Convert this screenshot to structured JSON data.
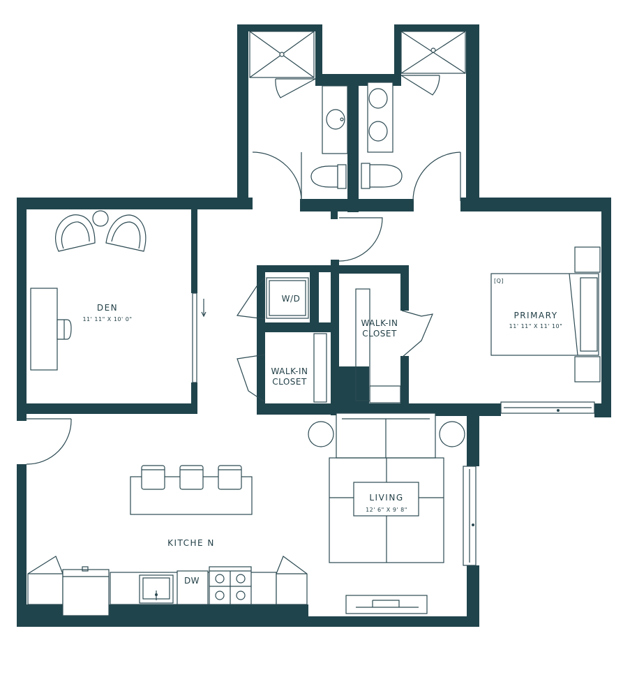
{
  "colors": {
    "wall": "#20444c",
    "line": "#2c4a52",
    "background": "#ffffff"
  },
  "rooms": {
    "den": {
      "name": "DEN",
      "dims": "11' 11\" X 10' 0\""
    },
    "primary": {
      "name": "PRIMARY",
      "dims": "11' 11\" X 11' 10\"",
      "bed_tag": "[Q]"
    },
    "living": {
      "name": "LIVING",
      "dims": "12' 6\" X 9' 8\""
    },
    "kitchen": {
      "name": "KITCHE N"
    },
    "wd": {
      "name": "W/D"
    },
    "closet_left": {
      "line1": "WALK-IN",
      "line2": "CLOSET"
    },
    "closet_right": {
      "line1": "WALK-IN",
      "line2": "CLOSET"
    }
  },
  "fixtures": {
    "dishwasher": "DW"
  }
}
